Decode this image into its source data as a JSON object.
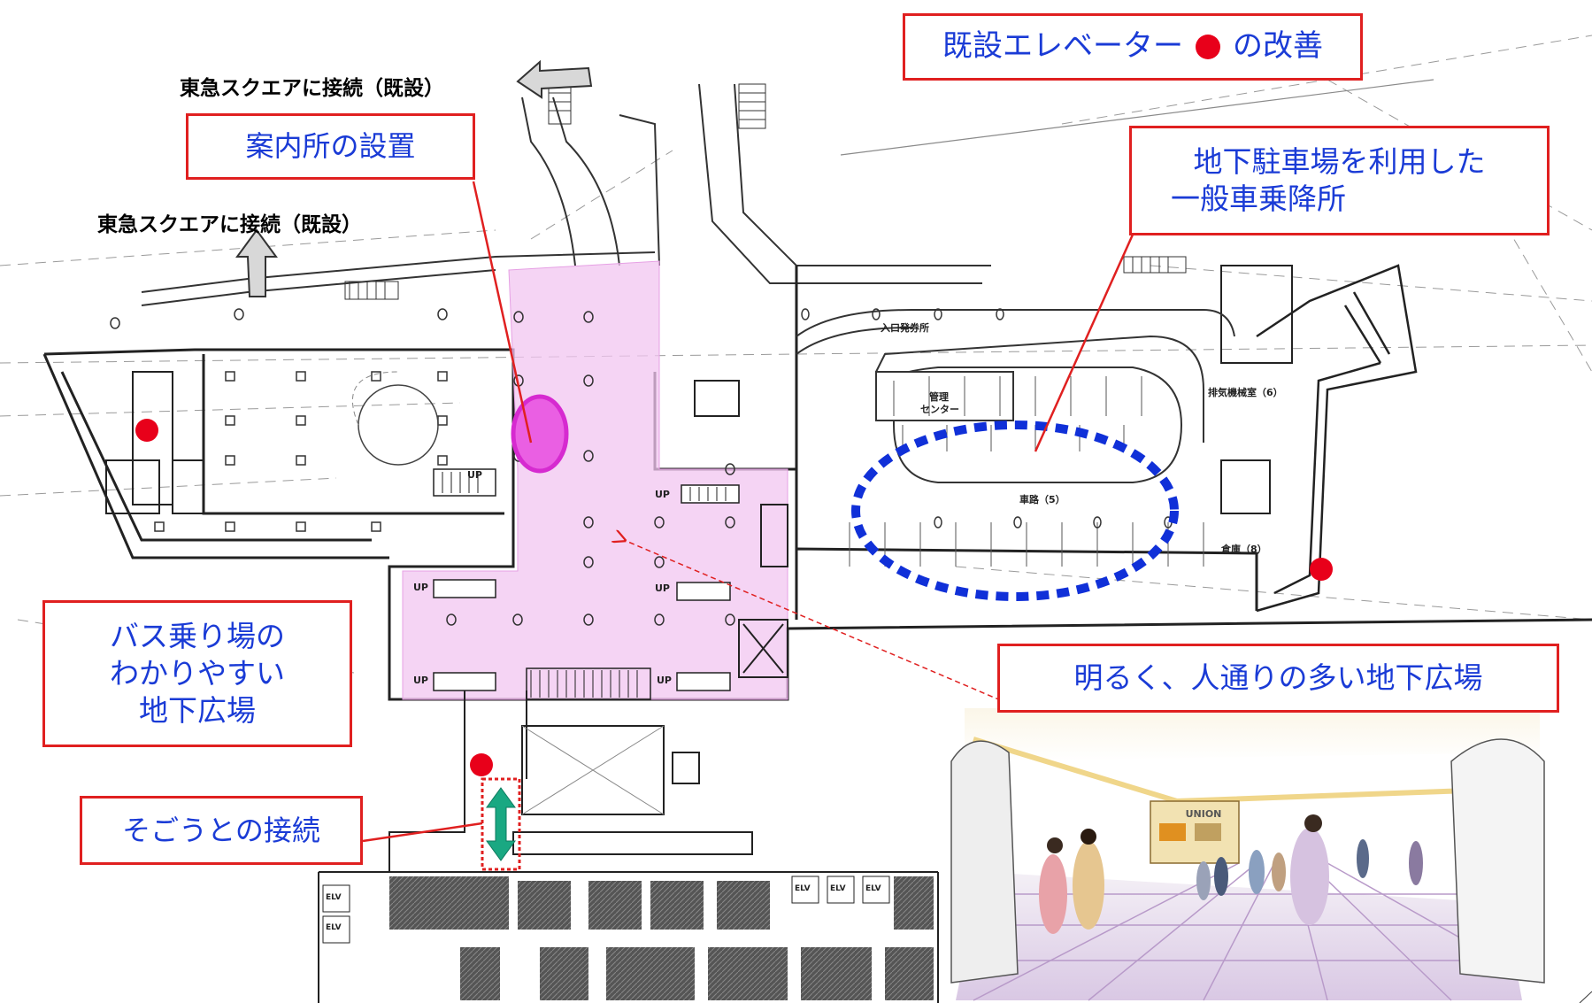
{
  "callouts": {
    "elevator_improve_prefix": "既設エレベーター",
    "elevator_improve_suffix": "の改善",
    "info_center": "案内所の設置",
    "parking_dropoff_line1": "地下駐車場を利用した",
    "parking_dropoff_line2": "一般車乗降所",
    "bus_plaza_line1": "バス乗り場の",
    "bus_plaza_line2": "わかりやすい",
    "bus_plaza_line3": "地下広場",
    "sogo_connection": "そごうとの接続",
    "bright_plaza": "明るく、人通りの多い地下広場"
  },
  "notes": {
    "tokyu_square_1": "東急スクエアに接続（既設）",
    "tokyu_square_2": "東急スクエアに接続（既設）"
  },
  "plan_labels": {
    "entrance_ticket": "入口発券所",
    "mgmt_center_line1": "管理",
    "mgmt_center_line2": "センター",
    "exhaust_room": "排気機械室（6）",
    "roadway": "車路（5）",
    "storage": "倉庫（8）",
    "up": "UP",
    "elv": "ELV"
  },
  "colors": {
    "callout_border": "#e02020",
    "callout_text": "#1a3bd6",
    "plaza_highlight": "#f2c6f0",
    "info_marker": "#e83de0",
    "elevator_dot": "#e8001a",
    "parking_ellipse": "#1030d8",
    "connector_arrow": "#1aa882"
  },
  "illustration": {
    "shop_sign": "UNION"
  }
}
